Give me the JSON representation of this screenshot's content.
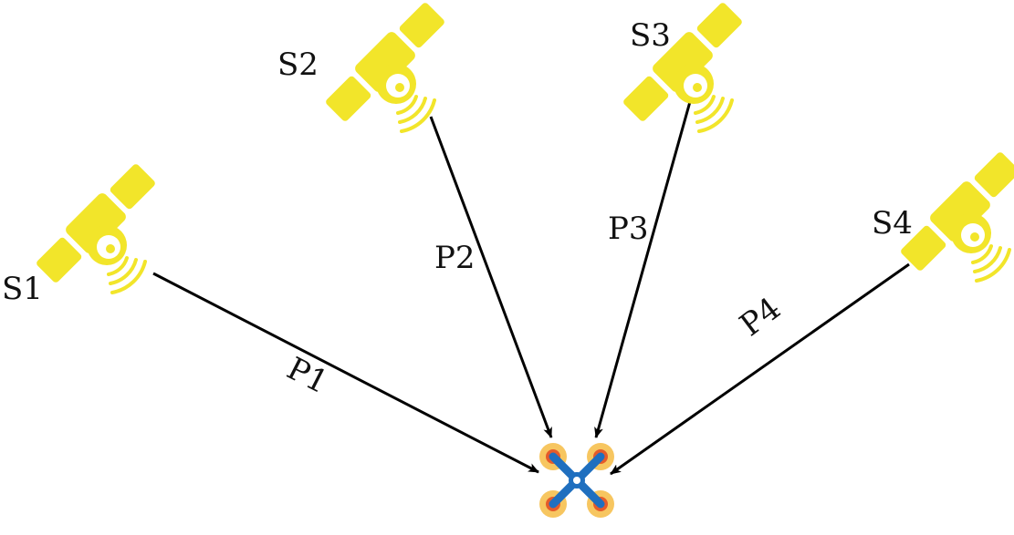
{
  "satellites": [
    {
      "id": "S1",
      "label": "S1"
    },
    {
      "id": "S2",
      "label": "S2"
    },
    {
      "id": "S3",
      "label": "S3"
    },
    {
      "id": "S4",
      "label": "S4"
    }
  ],
  "paths": [
    {
      "id": "P1",
      "label": "P1",
      "from": "S1",
      "to": "receiver"
    },
    {
      "id": "P2",
      "label": "P2",
      "from": "S2",
      "to": "receiver"
    },
    {
      "id": "P3",
      "label": "P3",
      "from": "S3",
      "to": "receiver"
    },
    {
      "id": "P4",
      "label": "P4",
      "from": "S4",
      "to": "receiver"
    }
  ],
  "receiver": {
    "icon": "drone-icon"
  },
  "colors": {
    "satellite": "#f2e52a",
    "arrow": "#000000",
    "drone_frame": "#1f6fbf",
    "drone_rotor_outer": "#f7c660",
    "drone_rotor_inner": "#e55b2a"
  }
}
